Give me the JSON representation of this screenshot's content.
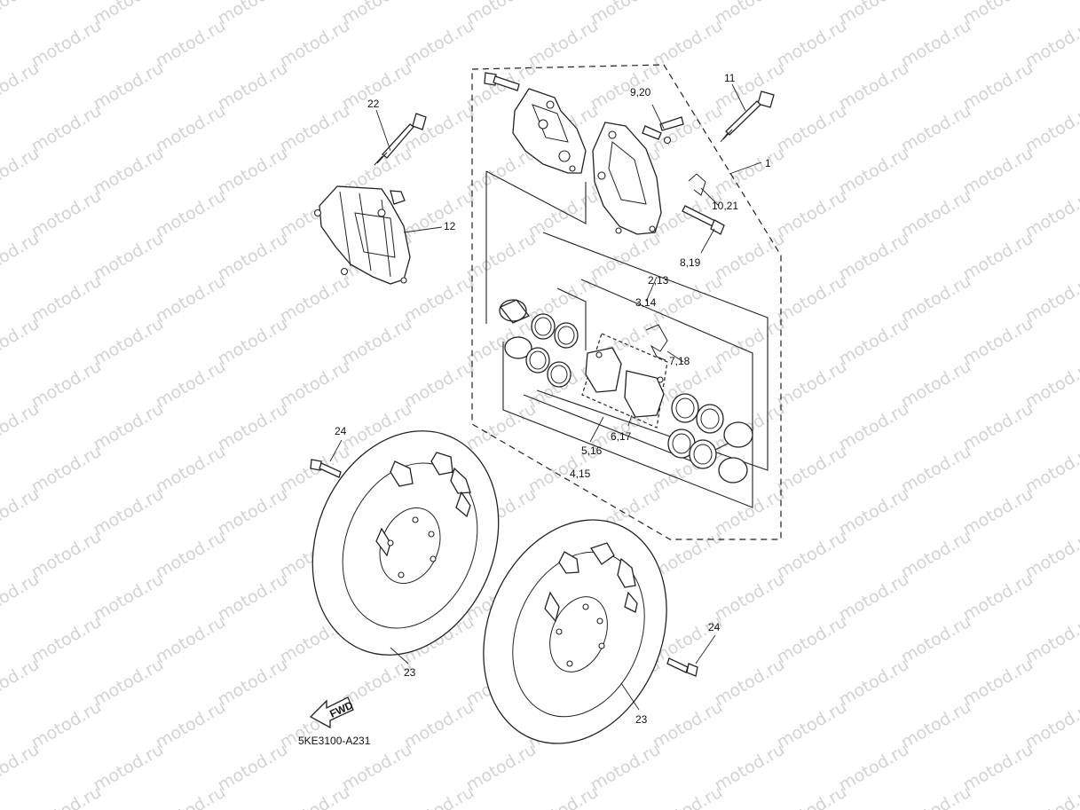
{
  "diagram": {
    "watermark": "motod.ru",
    "code": "5KE3100-A231",
    "fwd_label": "FWD",
    "callouts": {
      "c1": "1",
      "c2_13": "2,13",
      "c3_14": "3,14",
      "c4_15": "4,15",
      "c5_16": "5,16",
      "c6_17": "6,17",
      "c7_18": "7,18",
      "c8_19": "8,19",
      "c9_20": "9,20",
      "c10_21": "10,21",
      "c11": "11",
      "c12": "12",
      "c22": "22",
      "c23a": "23",
      "c23b": "23",
      "c24a": "24",
      "c24b": "24"
    }
  }
}
